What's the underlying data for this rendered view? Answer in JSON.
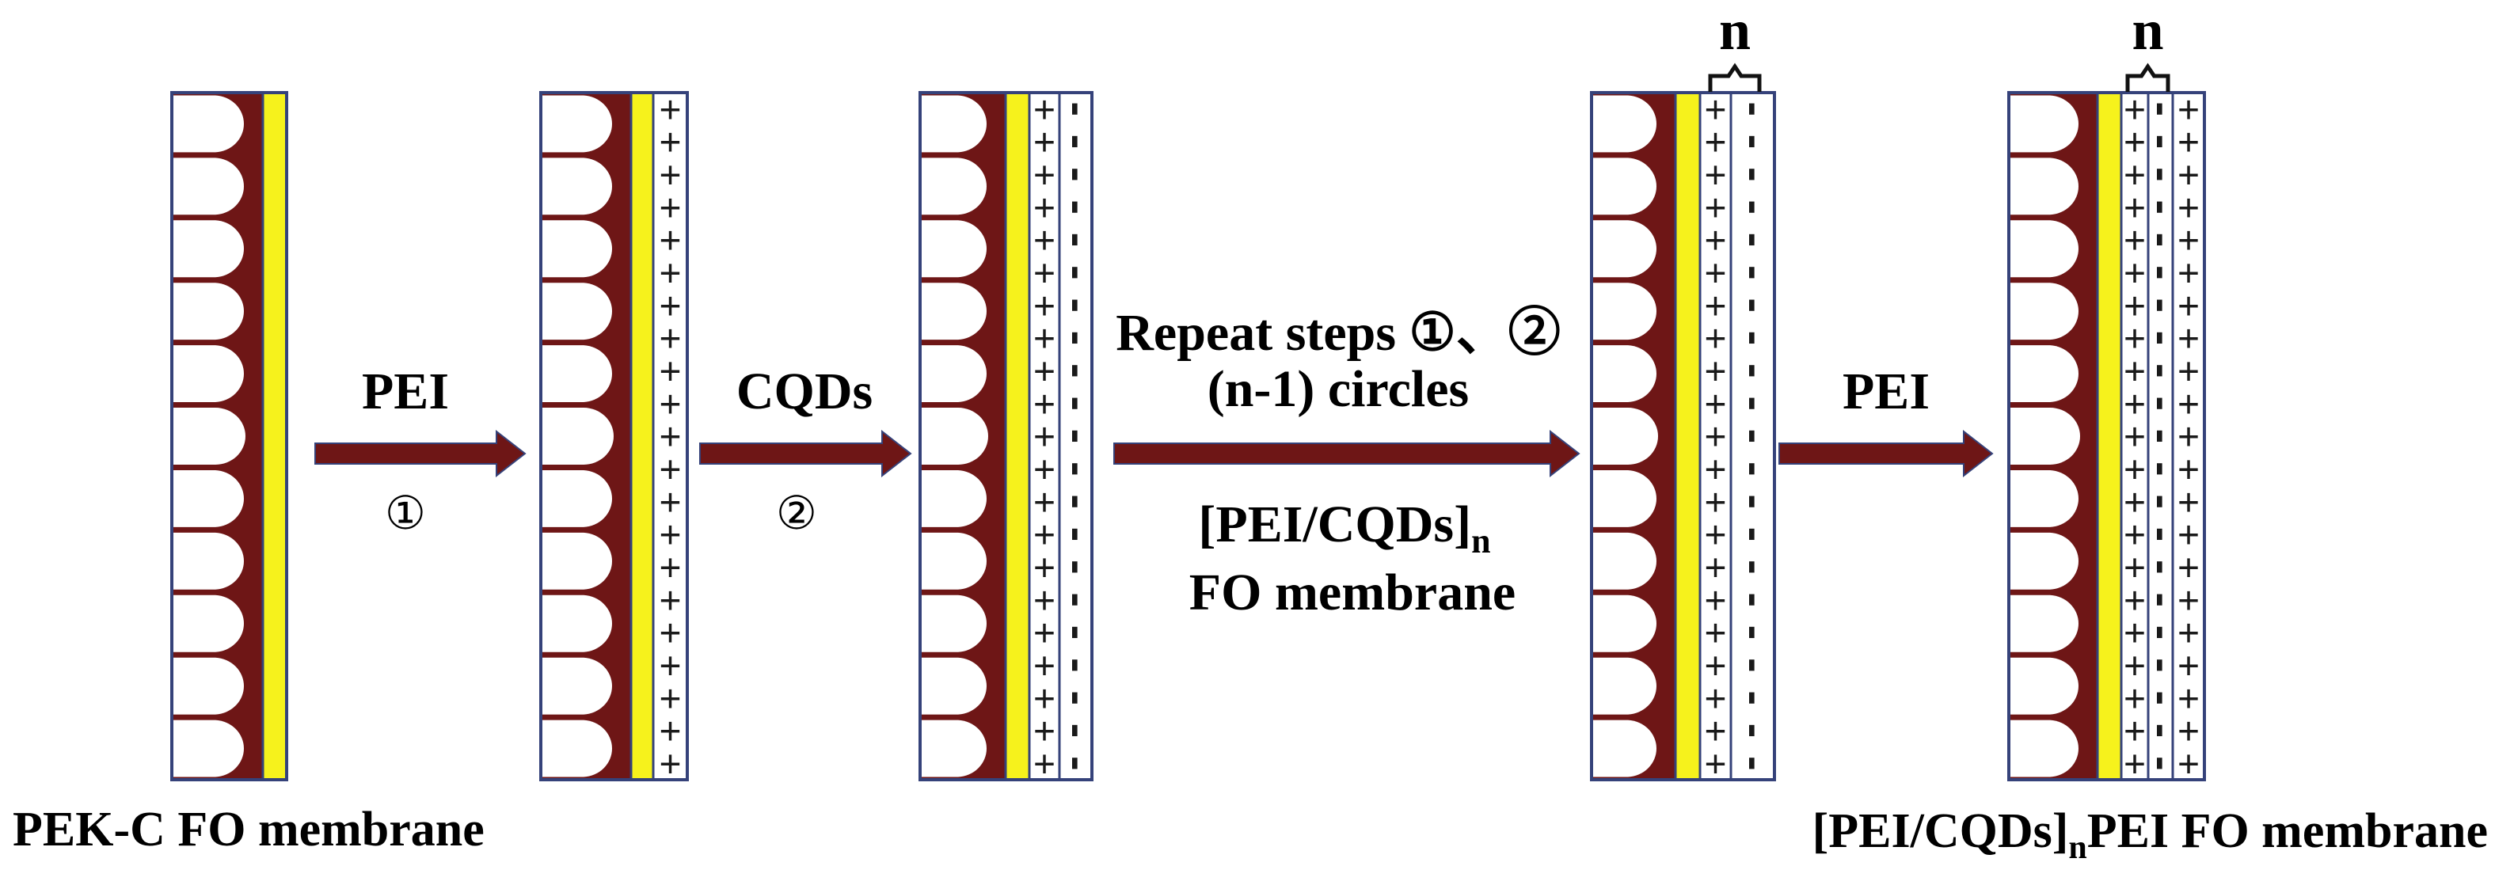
{
  "diagram": {
    "membranes": [
      {
        "charge_layers": []
      },
      {
        "charge_layers": [
          "+"
        ]
      },
      {
        "charge_layers": [
          "+",
          "-"
        ]
      },
      {
        "charge_layers": [
          "+",
          "-"
        ],
        "bracket_label": "n"
      },
      {
        "charge_layers": [
          "+",
          "-",
          "+"
        ],
        "bracket_label": "n"
      }
    ],
    "steps": [
      {
        "label_above": "PEI",
        "label_below": "①"
      },
      {
        "label_above": "CQDs",
        "label_below": "②"
      },
      {
        "label_above_line1": "Repeat steps ①、②",
        "label_above_line2": "(n-1) circles",
        "label_below_line1": "[PEI/CQDs]",
        "label_below_line1_subscript": "n",
        "label_below_line2": "FO membrane"
      },
      {
        "label_above": "PEI"
      }
    ],
    "captions": {
      "initial_membrane": "PEK-C FO membrane",
      "final_membrane": {
        "main": "[PEI/CQDs]",
        "subscript": "n",
        "suffix": "PEI FO membrane"
      }
    },
    "colors": {
      "support_layer": "#6e1616",
      "pore": "#ffffff",
      "selective_layer": "#f6f21c",
      "charge_layer": "#ffffff",
      "outline": "#35427a",
      "arrow": "#6e1616"
    }
  }
}
